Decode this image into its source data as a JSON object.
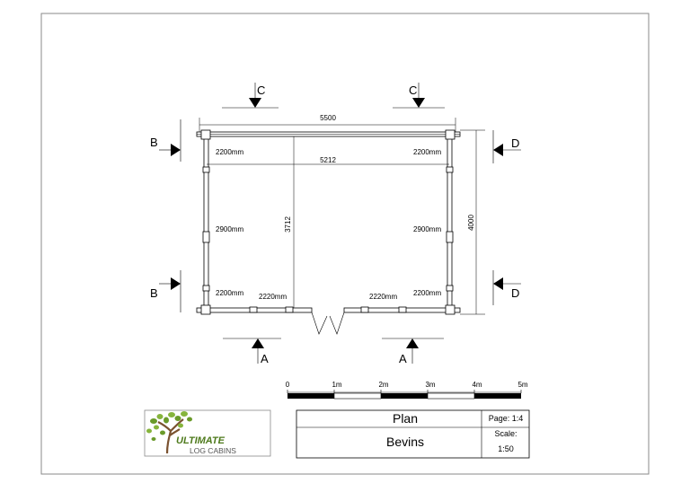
{
  "drawing": {
    "overall_width": "5500",
    "inner_width": "5212",
    "inner_depth": "3712",
    "overall_depth": "4000",
    "window_labels": {
      "top_left": "2200mm",
      "top_right": "2200mm",
      "mid_left": "2900mm",
      "mid_right": "2900mm",
      "bottom_left": "2200mm",
      "bottom_right": "2200mm",
      "door_left": "2220mm",
      "door_right": "2220mm"
    },
    "section_markers": {
      "top_left": "C",
      "top_right": "C",
      "left_top": "B",
      "left_bottom": "B",
      "right_top": "D",
      "right_bottom": "D",
      "bottom_left": "A",
      "bottom_right": "A"
    }
  },
  "scale_bar": {
    "ticks": [
      "0",
      "1m",
      "2m",
      "3m",
      "4m",
      "5m"
    ]
  },
  "logo": {
    "word": "ULTIMATE",
    "subtitle": "LOG CABINS"
  },
  "title_block": {
    "view": "Plan",
    "model": "Bevins",
    "page": "Page: 1:4",
    "scale_label": "Scale:",
    "scale_value": "1:50"
  },
  "colors": {
    "line": "#000000",
    "logo_green": "#6a9a2a",
    "logo_brown": "#7a5230"
  }
}
